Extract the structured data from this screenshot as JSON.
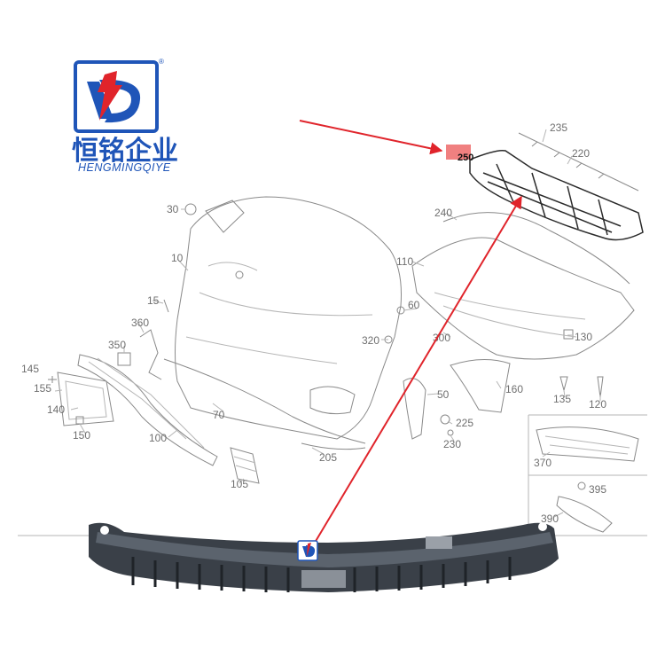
{
  "brand": {
    "name_cn": "恒铭企业",
    "name_en": "HENGMINGQIYE",
    "registered": "®",
    "colors": {
      "blue": "#1f55b8",
      "red": "#e0242b"
    }
  },
  "callouts": {
    "c10": "10",
    "c15": "15",
    "c30": "30",
    "c50": "50",
    "c60": "60",
    "c70": "70",
    "c100": "100",
    "c105": "105",
    "c110": "110",
    "c120": "120",
    "c130": "130",
    "c135": "135",
    "c140": "140",
    "c145": "145",
    "c150": "150",
    "c155": "155",
    "c160": "160",
    "c205": "205",
    "c220": "220",
    "c225": "225",
    "c230": "230",
    "c235": "235",
    "c240": "240",
    "c250": "250",
    "c300": "300",
    "c320": "320",
    "c350": "350",
    "c360": "360",
    "c370": "370",
    "c390": "390",
    "c395": "395"
  },
  "annotation": {
    "arrow_color": "#e0242b",
    "highlight_color": "#f08080"
  }
}
